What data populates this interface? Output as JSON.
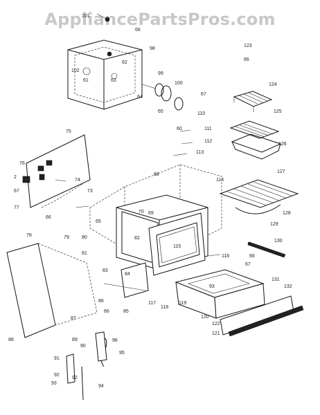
{
  "watermark": "AppliancePartsPros.com",
  "callouts": [
    "101",
    "66",
    "98",
    "102",
    "61",
    "62",
    "63",
    "99",
    "100",
    "64",
    "65",
    "67",
    "123",
    "66",
    "124",
    "125",
    "126",
    "127",
    "128",
    "129",
    "110",
    "60",
    "111",
    "112",
    "113",
    "114",
    "75",
    "76",
    "2",
    "67",
    "77",
    "74",
    "73",
    "66",
    "68",
    "69",
    "70",
    "65",
    "79",
    "80",
    "82",
    "115",
    "78",
    "81",
    "83",
    "84",
    "116",
    "66",
    "67",
    "130",
    "131",
    "132",
    "93",
    "119",
    "118",
    "120",
    "117",
    "86",
    "66",
    "85",
    "87",
    "88",
    "89",
    "90",
    "96",
    "95",
    "91",
    "92",
    "93",
    "94",
    "121",
    "122",
    "92"
  ]
}
